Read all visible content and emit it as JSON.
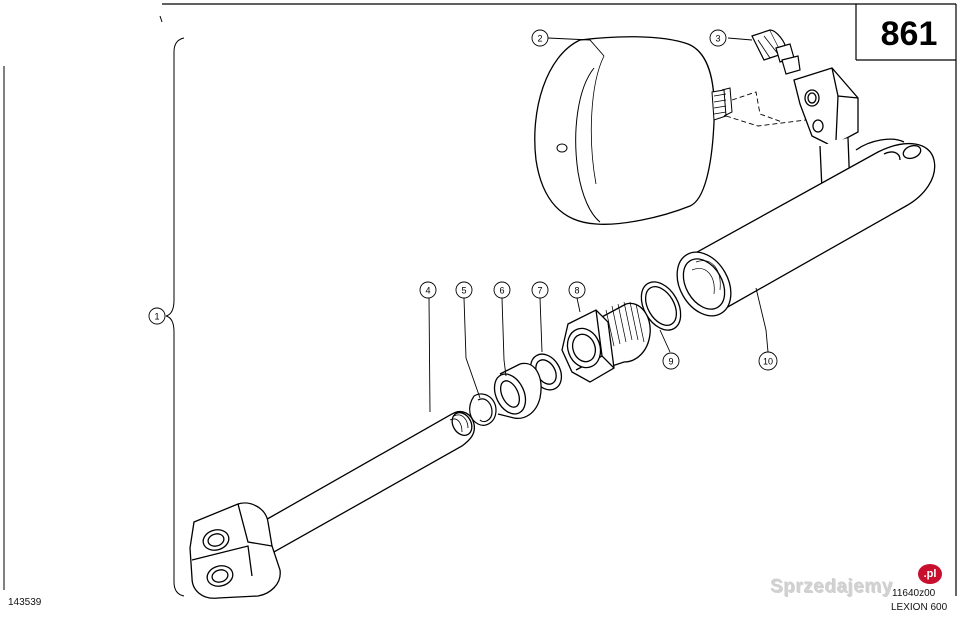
{
  "page_number": "861",
  "footer": {
    "left_code": "143539",
    "drawing_code": "11640z00",
    "model": "LEXION 600"
  },
  "watermark": {
    "text": "Sprzedajemy",
    "badge": ".pl"
  },
  "callouts": [
    {
      "id": "callout-1",
      "label": "1"
    },
    {
      "id": "callout-2",
      "label": "2"
    },
    {
      "id": "callout-3",
      "label": "3"
    },
    {
      "id": "callout-4",
      "label": "4"
    },
    {
      "id": "callout-5",
      "label": "5"
    },
    {
      "id": "callout-6",
      "label": "6"
    },
    {
      "id": "callout-7",
      "label": "7"
    },
    {
      "id": "callout-8",
      "label": "8"
    },
    {
      "id": "callout-9",
      "label": "9"
    },
    {
      "id": "callout-10",
      "label": "10"
    }
  ],
  "colors": {
    "line": "#000000",
    "watermark_badge": "#c8102e"
  }
}
